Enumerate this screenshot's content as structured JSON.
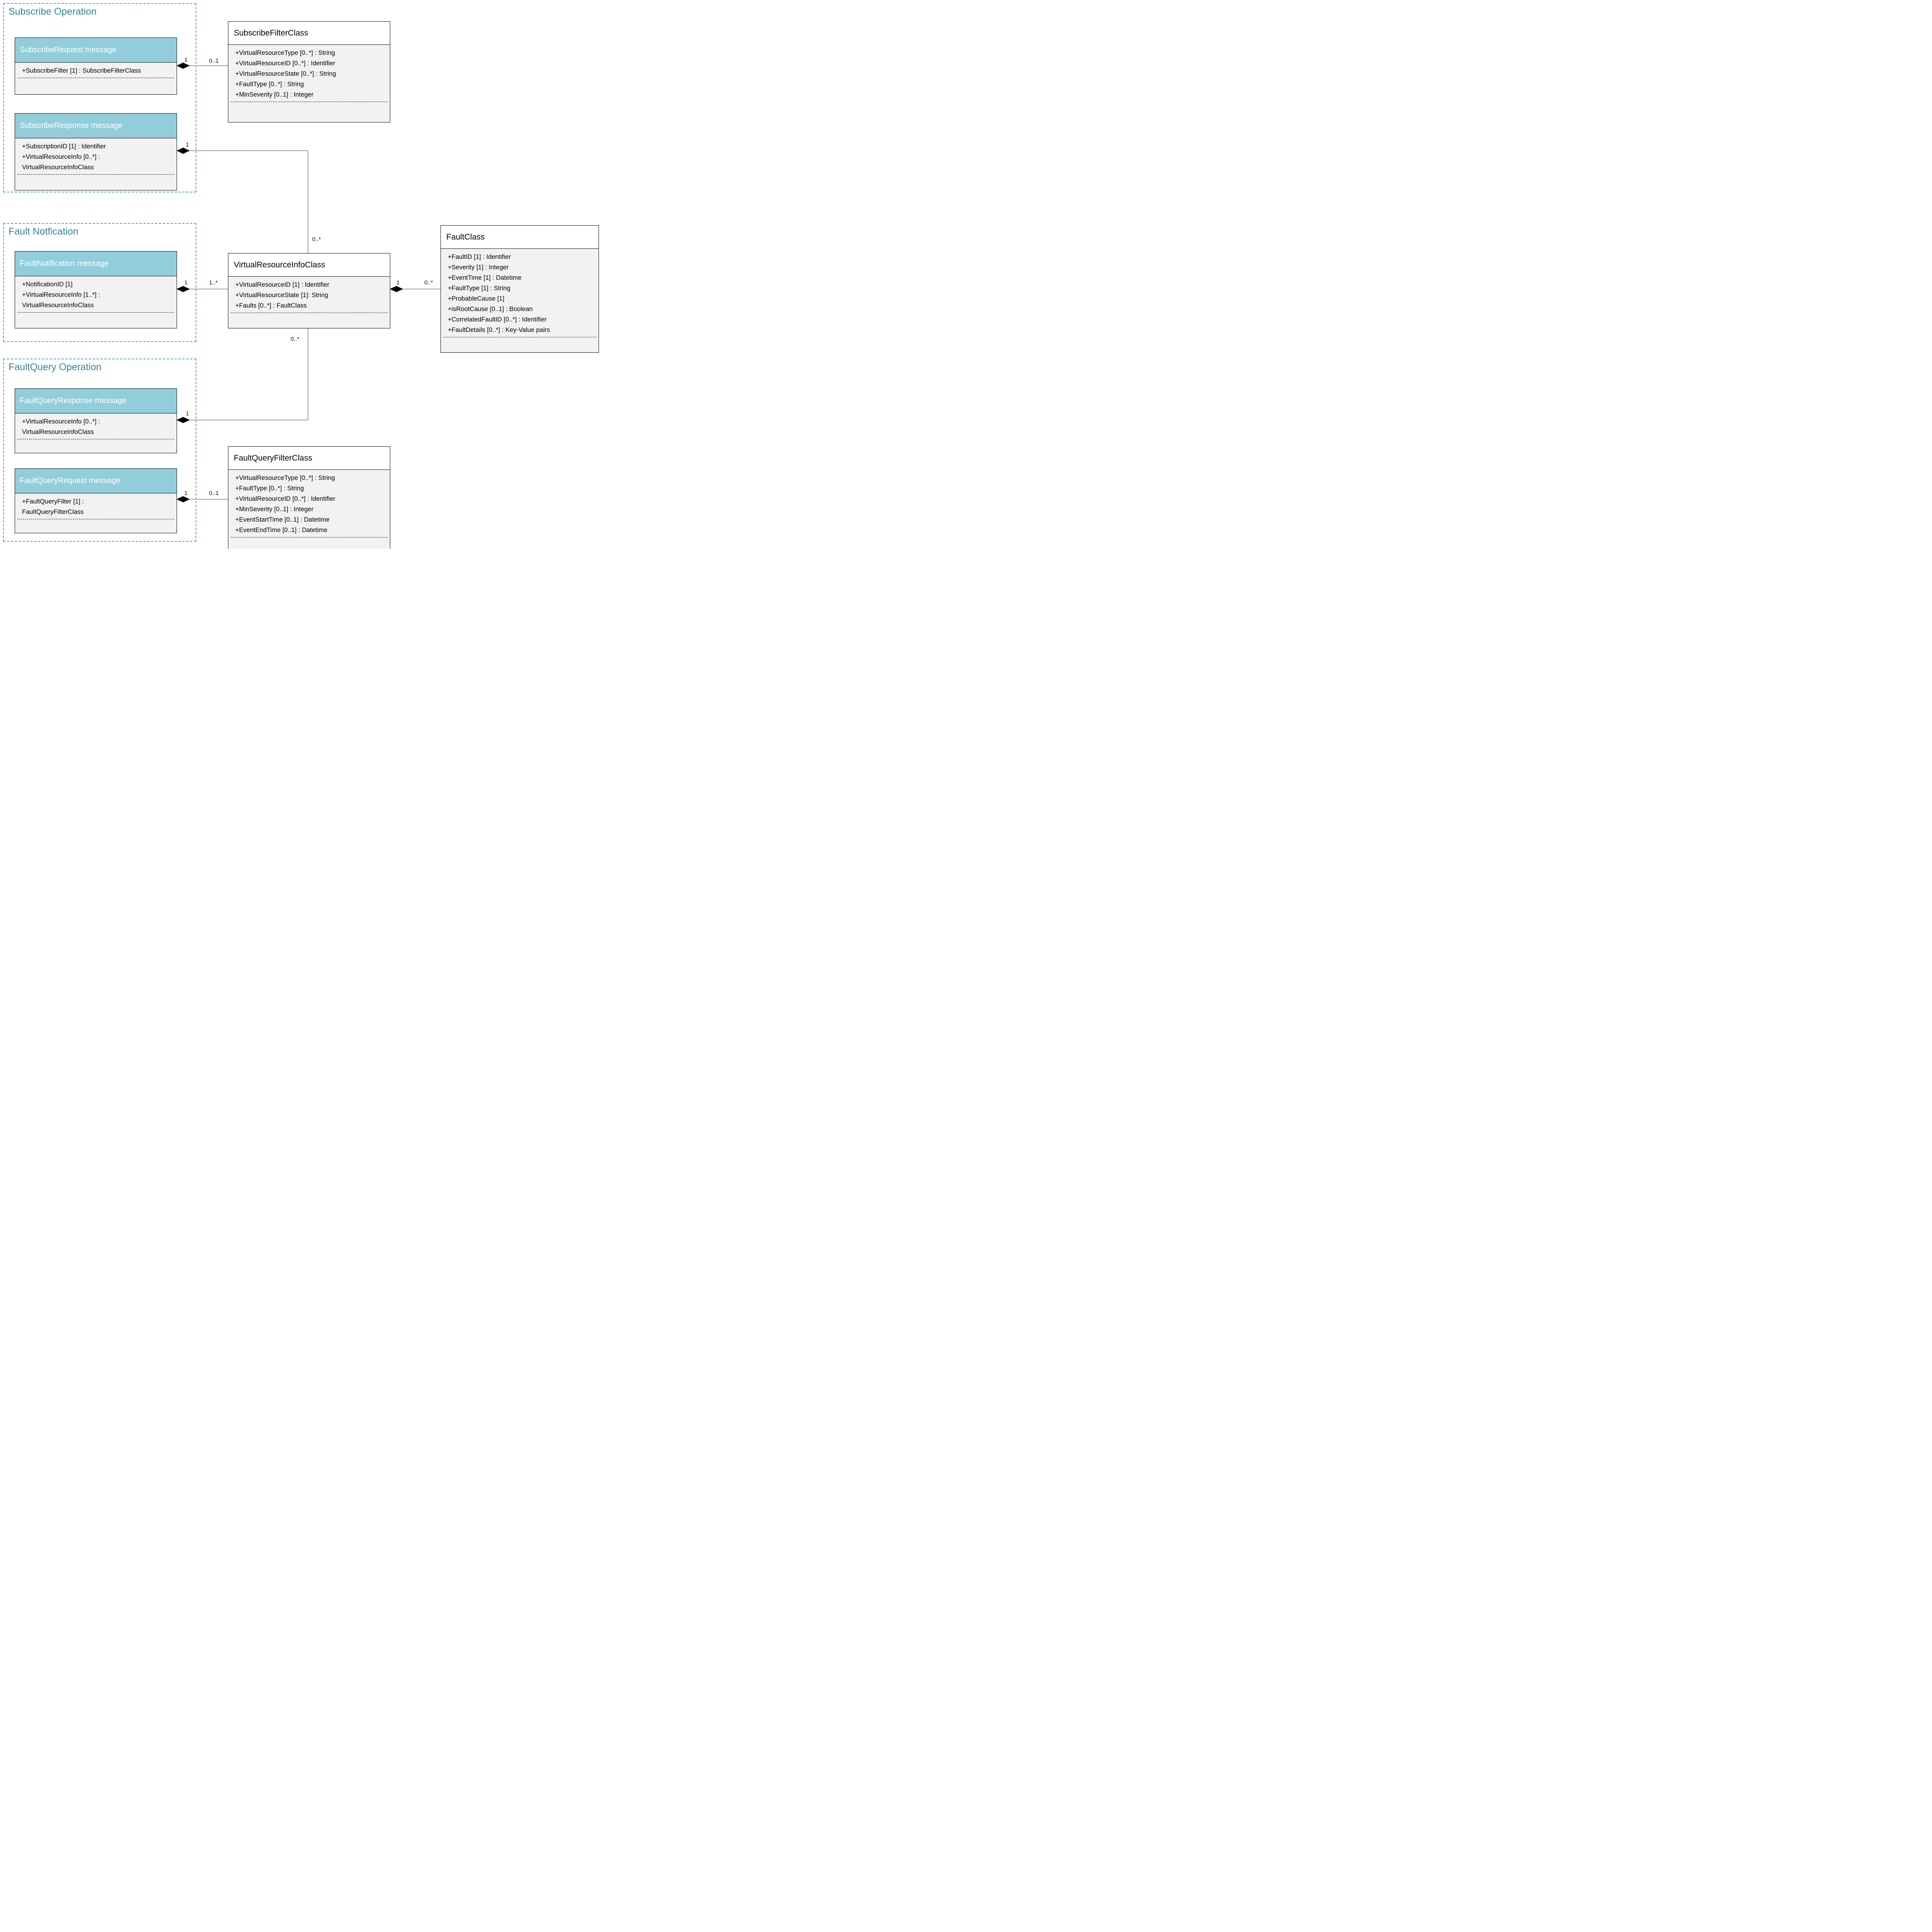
{
  "diagram": {
    "groups": {
      "subscribe": {
        "title": "Subscribe Operation"
      },
      "faultNotification": {
        "title": "Fault Notfication"
      },
      "faultQuery": {
        "title": "FaultQuery Operation"
      }
    },
    "classes": {
      "subscribeRequest": {
        "title": "SubscribeRequest message",
        "attributes": [
          "+SubscribeFilter [1] : SubscribeFilterClass"
        ]
      },
      "subscribeFilter": {
        "title": "SubscribeFilterClass",
        "attributes": [
          "+VirtualResourceType [0..*] : String",
          "+VirtualResourceID [0..*] : Identifier",
          "+VirtualResourceState [0..*] : String",
          "+FaultType [0..*] : String",
          "+MinSeverity [0..1] : Integer"
        ]
      },
      "subscribeResponse": {
        "title": "SubscribeResponse message",
        "attributes": [
          "+SubscriptionID [1] : Identifier",
          "+VirtualResourceInfo [0..*] :",
          "VirtualResourceInfoClass"
        ]
      },
      "faultNotificationMsg": {
        "title": "FaultNotification message",
        "attributes": [
          "+NotificationID [1]",
          "+VirtualResourceInfo [1..*] :",
          "VirtualResourceInfoClass"
        ]
      },
      "virtualResourceInfo": {
        "title": "VirtualResourceInfoClass",
        "attributes": [
          "+VirtualResourceID [1] : Identifier",
          "+VirtualResourceState [1]: String",
          "+Faults [0..*] : FaultClass"
        ]
      },
      "faultClass": {
        "title": "FaultClass",
        "attributes": [
          "+FaultID [1] : Identifier",
          "+Severity [1] : Integer",
          "+EventTime [1] : Datetime",
          "+FaultType [1] : String",
          "+ProbableCause [1]",
          "+isRootCause [0..1] : Boolean",
          "+CorrelatedFaultID [0..*] : Identifier",
          "+FaultDetails [0..*] : Key-Value pairs"
        ]
      },
      "faultQueryResponse": {
        "title": "FaultQueryResponse message",
        "attributes": [
          "+VirtualResourceInfo [0..*] :",
          "VirtualResourceInfoClass"
        ]
      },
      "faultQueryRequest": {
        "title": "FaultQueryRequest message",
        "attributes": [
          "+FaultQueryFilter [1] :",
          "FaultQueryFilterClass"
        ]
      },
      "faultQueryFilter": {
        "title": "FaultQueryFilterClass",
        "attributes": [
          "+VirtualResourceType [0..*] : String",
          "+FaultType [0..*] : String",
          "+VirtualResourceID [0..*] : Identifier",
          "+MinSeverity [0..1] : Integer",
          "+EventStartTime [0..1] : Datetime",
          "+EventEndTime [0..1] : Datetime"
        ]
      }
    },
    "multiplicities": {
      "subReq_owner": "1",
      "subReq_filter": "0..1",
      "subResp_owner": "1",
      "subResp_vri": "0..*",
      "faultNotif_owner": "1",
      "faultNotif_vri": "1..*",
      "vri_owner": "1",
      "vri_fault": "0..*",
      "fqResp_vri": "0..*",
      "fqResp_owner": "1",
      "fqReq_owner": "1",
      "fqReq_filter": "0..1"
    },
    "colors": {
      "message_header": "#92CDDC",
      "group_border": "#45A6C0",
      "group_title": "#31849B",
      "class_body": "#F2F2F2",
      "connector": "#808080"
    }
  }
}
